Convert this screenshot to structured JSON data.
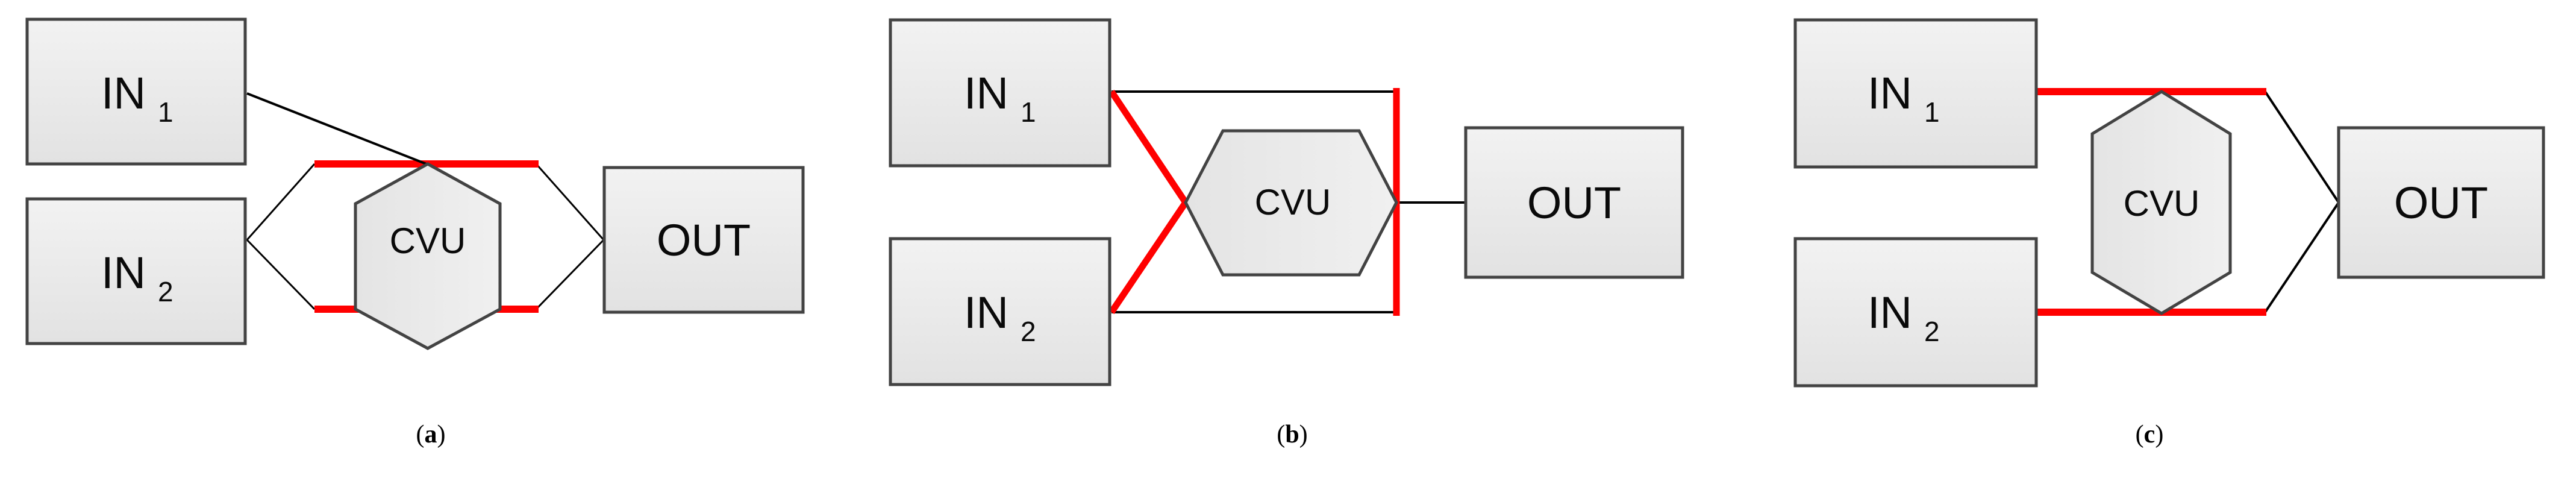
{
  "figure": {
    "type": "block-diagram",
    "description": "Three block diagrams (a), (b), (c) showing two input blocks IN1 and IN2 connected through a CVU hexagon block to an OUT block, with different highlighted (red) signal paths in each variant.",
    "colors": {
      "highlight": "#FF0000",
      "wire": "#000000",
      "box_border": "#434343",
      "box_fill_light": "#F2F2F2",
      "box_fill_dark": "#E4E4E4",
      "hexagon_border": "#434343",
      "background": "#FFFFFF",
      "text": "#0A0A0A"
    },
    "panels": [
      {
        "id": "a",
        "caption": "(a)",
        "caption_letter": "a",
        "blocks": [
          {
            "name": "in1",
            "label": "IN",
            "subscript": "1"
          },
          {
            "name": "in2",
            "label": "IN",
            "subscript": "2"
          },
          {
            "name": "cvu",
            "label": "CVU",
            "shape": "hexagon-vertical"
          },
          {
            "name": "out",
            "label": "OUT"
          }
        ],
        "highlighted_edges": [
          "cvu-top-rail",
          "cvu-bottom-rail"
        ],
        "plain_edges": [
          "in1-to-cvu-top-vertex",
          "upper-left-diagonal",
          "lower-left-diagonal",
          "upper-right-diagonal",
          "lower-right-diagonal"
        ]
      },
      {
        "id": "b",
        "caption": "(b)",
        "caption_letter": "b",
        "blocks": [
          {
            "name": "in1",
            "label": "IN",
            "subscript": "1"
          },
          {
            "name": "in2",
            "label": "IN",
            "subscript": "2"
          },
          {
            "name": "cvu",
            "label": "CVU",
            "shape": "hexagon-horizontal"
          },
          {
            "name": "out",
            "label": "OUT"
          }
        ],
        "highlighted_edges": [
          "in1-diagonal-to-cvu-left-vertex",
          "in2-diagonal-to-cvu-left-vertex",
          "right-vertical-rail"
        ],
        "plain_edges": [
          "in1-top-rail",
          "in2-bottom-rail",
          "right-top-drop",
          "right-bottom-drop",
          "cvu-right-vertex-to-out"
        ]
      },
      {
        "id": "c",
        "caption": "(c)",
        "caption_letter": "c",
        "blocks": [
          {
            "name": "in1",
            "label": "IN",
            "subscript": "1"
          },
          {
            "name": "in2",
            "label": "IN",
            "subscript": "2"
          },
          {
            "name": "cvu",
            "label": "CVU",
            "shape": "hexagon-vertical"
          },
          {
            "name": "out",
            "label": "OUT"
          }
        ],
        "highlighted_edges": [
          "in1-to-cvu-top-rail",
          "in2-to-cvu-bottom-rail"
        ],
        "plain_edges": [
          "top-diagonal-to-out",
          "bottom-diagonal-to-out"
        ]
      }
    ]
  }
}
